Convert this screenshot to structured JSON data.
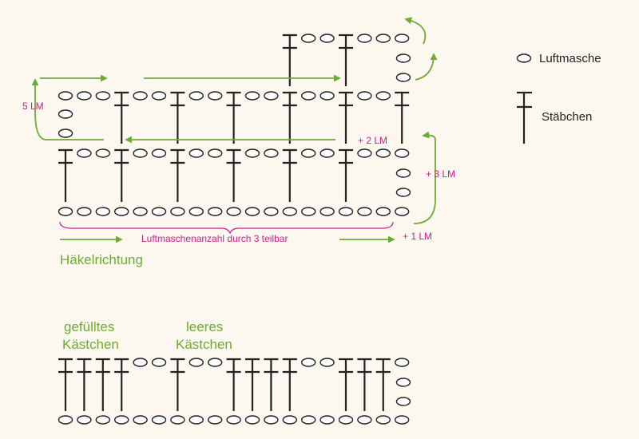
{
  "legend": {
    "chain": "Luftmasche",
    "dc": "Stäbchen"
  },
  "labels": {
    "turn_left": "5 LM",
    "plus2": "+ 2 LM",
    "plus3": "+ 3 LM",
    "plus1": "+ 1 LM",
    "chain_count": "Luftmaschenanzahl durch 3 teilbar",
    "direction": "Häkelrichtung",
    "filled_1": "gefülltes",
    "filled_2": "Kästchen",
    "empty_1": "leeres",
    "empty_2": "Kästchen"
  },
  "colors": {
    "pink": "#cc1e8c",
    "green": "#6cab35",
    "stitch": "#222222",
    "background": "#fdf8ef"
  }
}
